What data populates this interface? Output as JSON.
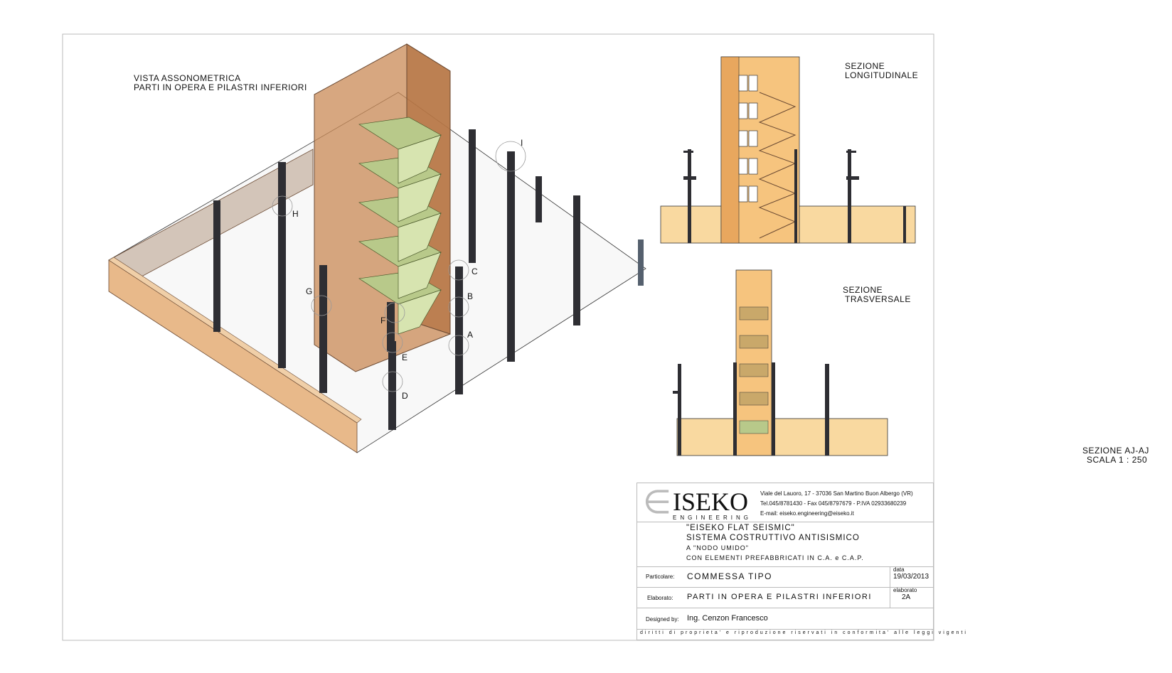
{
  "views": {
    "axonometric_title": [
      "VISTA ASSONOMETRICA",
      "PARTI IN OPERA E PILASTRI INFERIORI"
    ],
    "longitudinal_title": [
      "SEZIONE",
      "LONGITUDINALE"
    ],
    "transversal_title": [
      "SEZIONE",
      "TRASVERSALE"
    ],
    "column_labels": [
      "A",
      "B",
      "C",
      "D",
      "E",
      "F",
      "G",
      "H",
      "I"
    ]
  },
  "section_note": [
    "SEZIONE AJ-AJ",
    "SCALA 1 : 250"
  ],
  "title_block": {
    "logo_name": "ISEKO",
    "logo_sub": "ENGINEERING",
    "address": "Viale del Lauoro, 17  - 37036 San Martino Buon Albergo (VR)",
    "contacts": "Tel.045/8781430 - Fax 045/8797679  -  P.IVA 02933680239",
    "email": "E-mail: eiseko.engineering@eiseko.it",
    "project_lines": [
      "\"EISEKO FLAT SEISMIC\"",
      "SISTEMA COSTRUTTIVO ANTISISMICO",
      "A \"NODO UMIDO\"",
      "CON ELEMENTI PREFABBRICATI IN C.A. e C.A.P."
    ],
    "particolare_label": "Particolare:",
    "particolare_value": "COMMESSA TIPO",
    "data_label": "data",
    "data_value": "19/03/2013",
    "elaborato_label": "Elaborato:",
    "elaborato_value": "PARTI IN OPERA E PILASTRI INFERIORI",
    "elaborato_no_label": "elaborato",
    "elaborato_no_value": "2A",
    "designed_label": "Designed by:",
    "designed_value": "Ing. Cenzon Francesco",
    "rights": "diritti di proprieta' e riproduzione riservati in conformita' alle leggi vigenti"
  },
  "colors": {
    "wall": "#e8b98a",
    "stair": "#b8c98a",
    "section": "#f9d9a0",
    "column": "#2e2e33"
  }
}
